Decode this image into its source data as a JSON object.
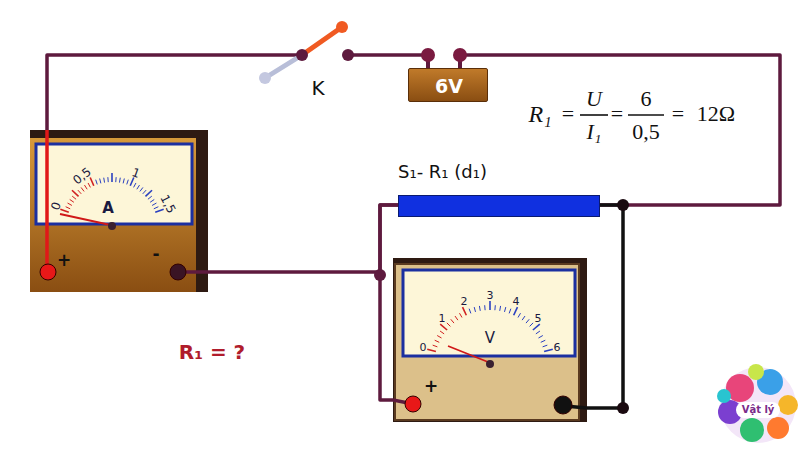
{
  "diagram": {
    "nodes": [
      {
        "text": [
          "A",
          "0",
          "0,5",
          "1",
          "1,5",
          "+",
          "-"
        ]
      },
      {
        "text": [
          "6V"
        ]
      },
      {
        "text": [
          "S₁- R₁ (d₁)"
        ]
      },
      {
        "text": [
          "V",
          "0",
          "1",
          "2",
          "3",
          "4",
          "5",
          "6",
          "+"
        ]
      }
    ],
    "edges": [
      {
        "from": 0,
        "to": 1,
        "arrow": "none"
      },
      {
        "from": 1,
        "to": 2,
        "arrow": "none"
      },
      {
        "from": 0,
        "to": 2,
        "arrow": "none"
      },
      {
        "from": 2,
        "to": 3,
        "arrow": "none"
      },
      {
        "from": 2,
        "to": 3,
        "arrow": "none"
      }
    ],
    "labels": [
      "K",
      "R₁",
      "=",
      "U",
      "I₁",
      "=",
      "6",
      "0,5",
      "=",
      "12Ω",
      "R₁ = ?",
      "Vật lý"
    ]
  }
}
